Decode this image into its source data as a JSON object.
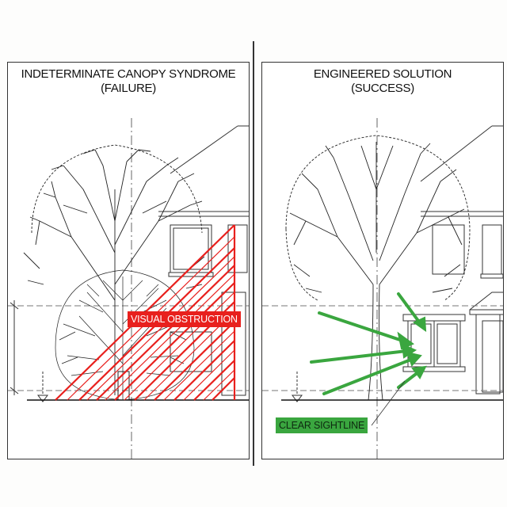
{
  "colors": {
    "line": "#333333",
    "obstruction_red": "#e8201d",
    "sightline_green": "#3aa63f",
    "background": "#ffffff"
  },
  "left_panel": {
    "title_line1": "INDETERMINATE CANOPY SYNDROME",
    "title_line2": "(FAILURE)",
    "callout": "VISUAL OBSTRUCTION"
  },
  "right_panel": {
    "title_line1": "ENGINEERED SOLUTION",
    "title_line2": "(SUCCESS)",
    "callout": "CLEAR SIGHTLINE"
  }
}
